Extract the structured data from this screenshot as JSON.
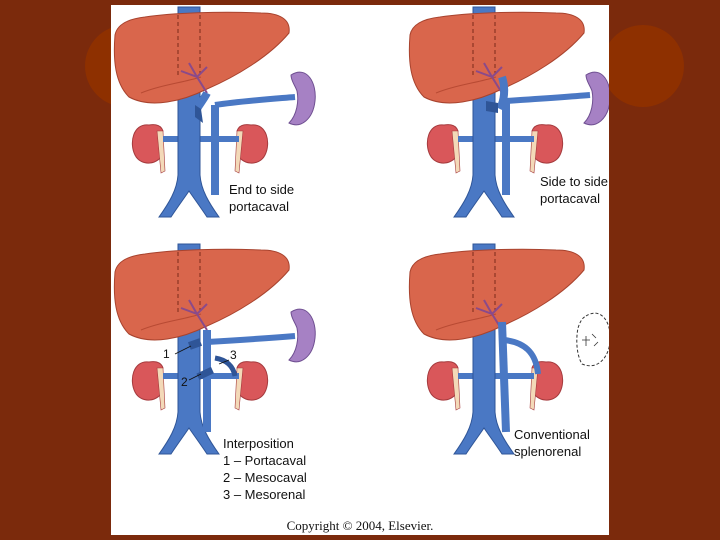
{
  "colors": {
    "background": "#7b2a0c",
    "decor_circle": "#8e3000",
    "liver": "#d9664c",
    "liver_shade": "#b84a33",
    "vessel": "#4a78c4",
    "vessel_dark": "#2f5597",
    "kidney": "#d9575a",
    "spleen": "#a681c4"
  },
  "panels": [
    {
      "id": "end-to-side",
      "label_lines": [
        "End to side",
        "portacaval"
      ]
    },
    {
      "id": "side-to-side",
      "label_lines": [
        "Side to side",
        "portacaval"
      ]
    },
    {
      "id": "interposition",
      "label_lines": [
        "Interposition",
        "1 – Portacaval",
        "2 – Mesocaval",
        "3 – Mesorenal"
      ],
      "markers": [
        "1",
        "2",
        "3"
      ]
    },
    {
      "id": "splenorenal",
      "label_lines": [
        "Conventional",
        "splenorenal"
      ]
    }
  ],
  "copyright": "Copyright © 2004, Elsevier."
}
